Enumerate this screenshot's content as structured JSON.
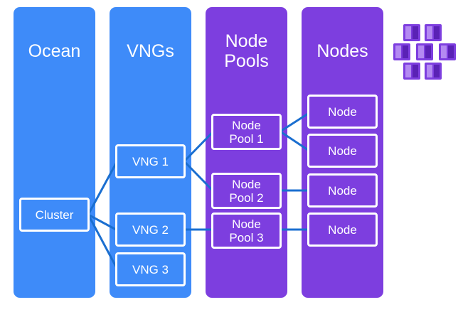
{
  "colors": {
    "blue": "#3e8bf9",
    "purple": "#7d3edf",
    "link": "#1b6fd0",
    "white": "#ffffff"
  },
  "columns": [
    {
      "title": "Ocean"
    },
    {
      "title": "VNGs"
    },
    {
      "title": "Node\nPools"
    },
    {
      "title": "Nodes"
    }
  ],
  "cluster": {
    "label": "Cluster"
  },
  "vngs": [
    {
      "label": "VNG 1"
    },
    {
      "label": "VNG 2"
    },
    {
      "label": "VNG 3"
    }
  ],
  "node_pools": [
    {
      "label": "Node\nPool 1"
    },
    {
      "label": "Node\nPool 2"
    },
    {
      "label": "Node\nPool 3"
    }
  ],
  "nodes": [
    {
      "label": "Node"
    },
    {
      "label": "Node"
    },
    {
      "label": "Node"
    },
    {
      "label": "Node"
    }
  ],
  "logo": {
    "icon": "cube-cluster-logo-icon"
  }
}
